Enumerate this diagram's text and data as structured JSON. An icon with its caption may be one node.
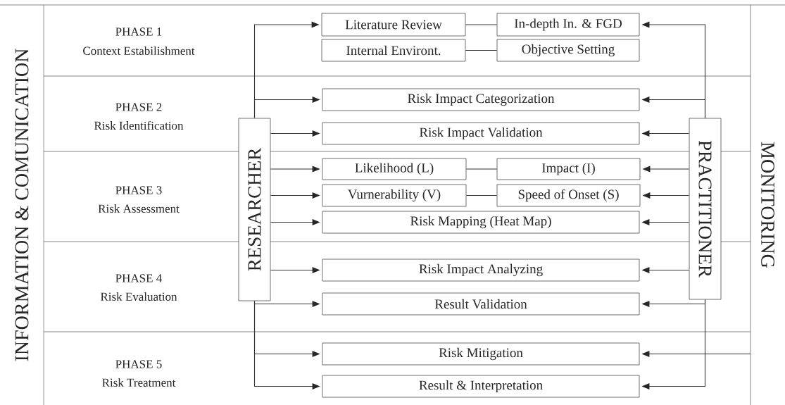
{
  "diagram": {
    "nodes": [
      {
        "text": [
          "RESEARCHER"
        ]
      },
      {
        "text": [
          "PRACTITIONER"
        ]
      },
      {
        "text": [
          "MONITORING"
        ]
      },
      {
        "text": [
          "Literature Review"
        ]
      },
      {
        "text": [
          "In-depth In. & FGD"
        ]
      },
      {
        "text": [
          "Internal Environt."
        ]
      },
      {
        "text": [
          "Objective Setting"
        ]
      },
      {
        "text": [
          "Risk Impact Categorization"
        ]
      },
      {
        "text": [
          "Risk Impact Validation"
        ]
      },
      {
        "text": [
          "Likelihood (L)"
        ]
      },
      {
        "text": [
          "Impact (I)"
        ]
      },
      {
        "text": [
          "Vurnerability (V)"
        ]
      },
      {
        "text": [
          "Speed of Onset (S)"
        ]
      },
      {
        "text": [
          "Risk Mapping (Heat Map)"
        ]
      },
      {
        "text": [
          "Risk Impact Analyzing"
        ]
      },
      {
        "text": [
          "Result Validation"
        ]
      },
      {
        "text": [
          "Risk Mitigation"
        ]
      },
      {
        "text": [
          "Result & Interpretation"
        ]
      }
    ],
    "edges": [
      {
        "from": 0,
        "to": 3,
        "arrow": "to"
      },
      {
        "from": 0,
        "to": 7,
        "arrow": "to"
      },
      {
        "from": 0,
        "to": 8,
        "arrow": "to"
      },
      {
        "from": 0,
        "to": 9,
        "arrow": "to"
      },
      {
        "from": 0,
        "to": 11,
        "arrow": "to"
      },
      {
        "from": 0,
        "to": 13,
        "arrow": "to"
      },
      {
        "from": 0,
        "to": 14,
        "arrow": "to"
      },
      {
        "from": 0,
        "to": 15,
        "arrow": "to"
      },
      {
        "from": 0,
        "to": 16,
        "arrow": "to"
      },
      {
        "from": 0,
        "to": 17,
        "arrow": "to"
      },
      {
        "from": 1,
        "to": 4,
        "arrow": "to"
      },
      {
        "from": 1,
        "to": 7,
        "arrow": "to"
      },
      {
        "from": 1,
        "to": 8,
        "arrow": "to"
      },
      {
        "from": 1,
        "to": 10,
        "arrow": "to"
      },
      {
        "from": 1,
        "to": 12,
        "arrow": "to"
      },
      {
        "from": 1,
        "to": 13,
        "arrow": "to"
      },
      {
        "from": 1,
        "to": 14,
        "arrow": "to"
      },
      {
        "from": 1,
        "to": 15,
        "arrow": "to"
      },
      {
        "from": 1,
        "to": 17,
        "arrow": "to"
      },
      {
        "from": 2,
        "to": 16,
        "arrow": "to"
      },
      {
        "from": 3,
        "to": 4,
        "arrow": "none"
      },
      {
        "from": 5,
        "to": 6,
        "arrow": "none"
      },
      {
        "from": 9,
        "to": 10,
        "arrow": "none"
      },
      {
        "from": 11,
        "to": 12,
        "arrow": "none"
      }
    ],
    "labels": [
      "INFORMATION & COMUNICATION",
      "PHASE 1",
      "Context Estabilishment",
      "PHASE 2",
      "Risk Identification",
      "PHASE 3",
      "Risk Assessment",
      "PHASE 4",
      "Risk Evaluation",
      "PHASE 5",
      "Risk Treatment"
    ]
  }
}
